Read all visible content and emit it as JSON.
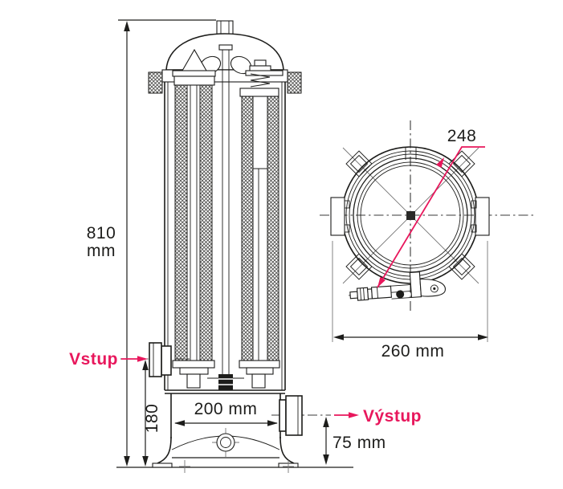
{
  "drawing": {
    "colors": {
      "accent": "#e8175c",
      "line": "#1d1d1b",
      "background": "#ffffff"
    },
    "front_view": {
      "inlet_label": "Vstup",
      "outlet_label": "Výstup",
      "dims": {
        "total_height_value": "810",
        "total_height_unit": "mm",
        "inlet_height": "180",
        "base_width": "200 mm",
        "outlet_height": "75 mm"
      }
    },
    "top_view": {
      "dims": {
        "clamp_diagonal": "248",
        "outer_width": "260 mm"
      }
    }
  }
}
